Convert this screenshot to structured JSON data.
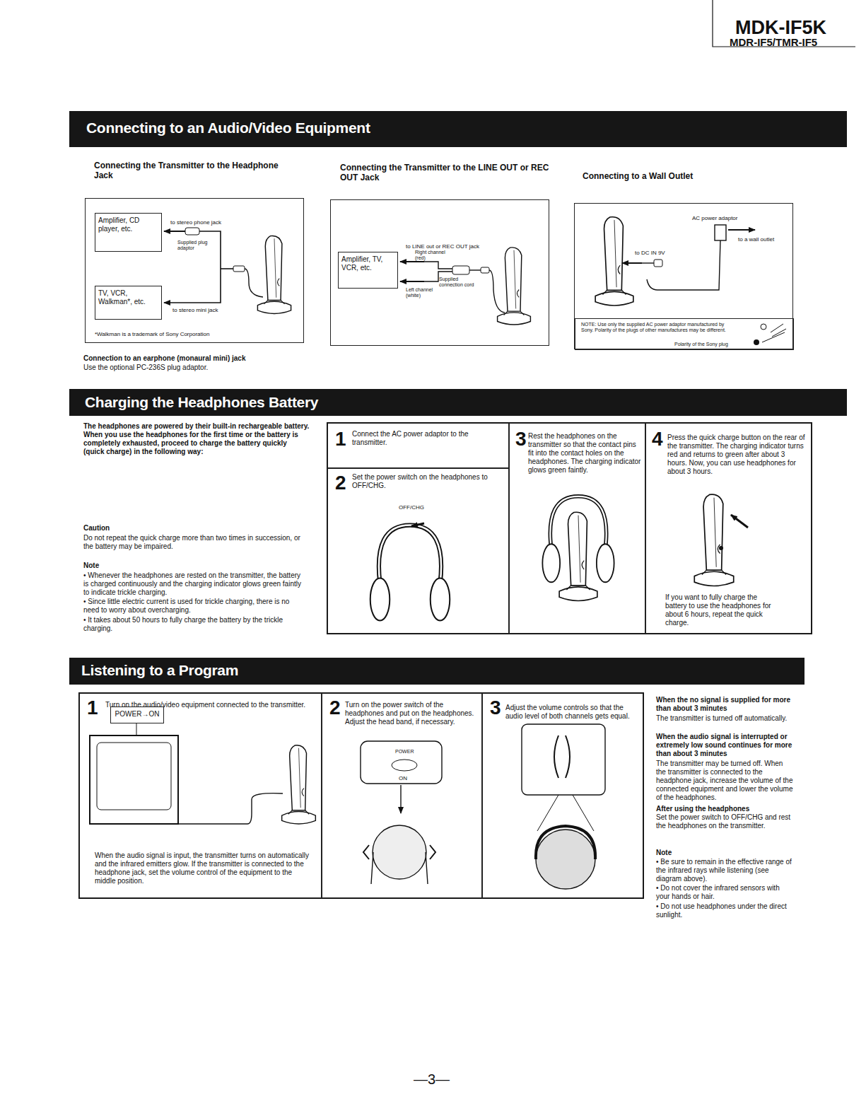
{
  "diagram": {
    "title": "MDK-IF5K",
    "nodes": [
      {
        "text": [
          "Connecting to an Audio/Video Equipment"
        ]
      },
      {
        "text": [
          "Connecting the Transmitter to the Headphone Jack",
          "to stereo phone jack",
          "Supplied plug adaptor",
          "to stereo mini jack",
          "*Walkman is a trademark of Sony Corporation"
        ]
      },
      {
        "text": [
          "Amplifier, CD player, etc."
        ],
        "in": 1
      },
      {
        "text": [
          "TV, VCR, Walkman*, etc."
        ],
        "in": 1
      },
      {
        "text": [
          "Connecting the Transmitter to the LINE OUT or REC OUT Jack",
          "to LINE out or REC OUT jack",
          "Right channel (red)",
          "Supplied connection cord",
          "Left channel (white)"
        ]
      },
      {
        "text": [
          "Amplifier, TV, VCR, etc."
        ],
        "in": 4
      },
      {
        "text": [
          "Connecting to a Wall Outlet",
          "AC power adaptor",
          "to a wall outlet",
          "to DC IN 9V"
        ]
      },
      {
        "text": [
          "NOTE: Use only the supplied AC power adaptor manufactured by Sony. Polarity of the plugs of other manufactures may be different.",
          "Polarity of the Sony plug"
        ],
        "in": 6
      },
      {
        "text": [
          "Charging the Headphones Battery"
        ]
      },
      {
        "text": [
          "1",
          "Connect the AC power adaptor to the transmitter."
        ]
      },
      {
        "text": [
          "2",
          "Set the power switch on the headphones to OFF/CHG.",
          "OFF/CHG"
        ]
      },
      {
        "text": [
          "3",
          "Rest the headphones on the transmitter so that the contact pins fit into the contact holes on the headphones. The charging indicator glows green faintly."
        ]
      },
      {
        "text": [
          "4",
          "Press the quick charge button on the rear of the transmitter. The charging indicator turns red and returns to green after about 3 hours. Now, you can use headphones for about 3 hours.",
          "If you want to fully charge the battery to use the headphones for about 6 hours, repeat the quick charge."
        ]
      },
      {
        "text": [
          "Listening to a Program"
        ]
      },
      {
        "text": [
          "1",
          "Turn on the audio/video equipment connected to the transmitter.",
          "When the audio signal is input, the transmitter turns on automatically and the infrared emitters glow. If the transmitter is connected to the headphone jack, set the volume control of the equipment to the middle position."
        ]
      },
      {
        "text": [
          "POWER→ON"
        ],
        "in": 14
      },
      {
        "text": [
          "2",
          "Turn on the power switch of the headphones and put on the headphones. Adjust the head band, if necessary.",
          "POWER",
          "ON"
        ]
      },
      {
        "text": [
          "3",
          "Adjust the volume controls so that the audio level of both channels gets equal."
        ]
      }
    ],
    "labels": [
      "MDR-IF5/TMR-IF5",
      "Connection to an earphone (monaural mini) jack",
      "Use the optional PC-236S plug adaptor.",
      "The headphones are powered by their built-in rechargeable battery. When you use the headphones for the first time or the battery is completely exhausted, proceed to charge the battery quickly (quick charge) in the following way:",
      "Caution",
      "Do not repeat the quick charge more than two times in succession, or the battery may be impaired.",
      "Note",
      "• Whenever the headphones are rested on the transmitter, the battery is charged continuously and the charging indicator glows green faintly to indicate trickle charging.",
      "• Since little electric current is used for trickle charging, there is no need to worry about overcharging.",
      "• It takes about 50 hours to fully charge the battery by the trickle charging.",
      "When the no signal is supplied for more than about 3 minutes",
      "The transmitter is turned off automatically.",
      "When the audio signal is interrupted or extremely low sound continues for more than about 3 minutes",
      "The transmitter may be turned off. When the transmitter is connected to the headphone jack, increase the volume of the connected equipment and lower the volume of the headphones.",
      "After using the headphones",
      "Set the power switch to OFF/CHG and rest the headphones on the transmitter.",
      "Note",
      "• Be sure to remain in the effective range of the infrared rays while listening (see diagram above).",
      "• Do not cover the infrared sensors with your hands or hair.",
      "• Do not use headphones under the direct sunlight.",
      "—3—"
    ]
  }
}
